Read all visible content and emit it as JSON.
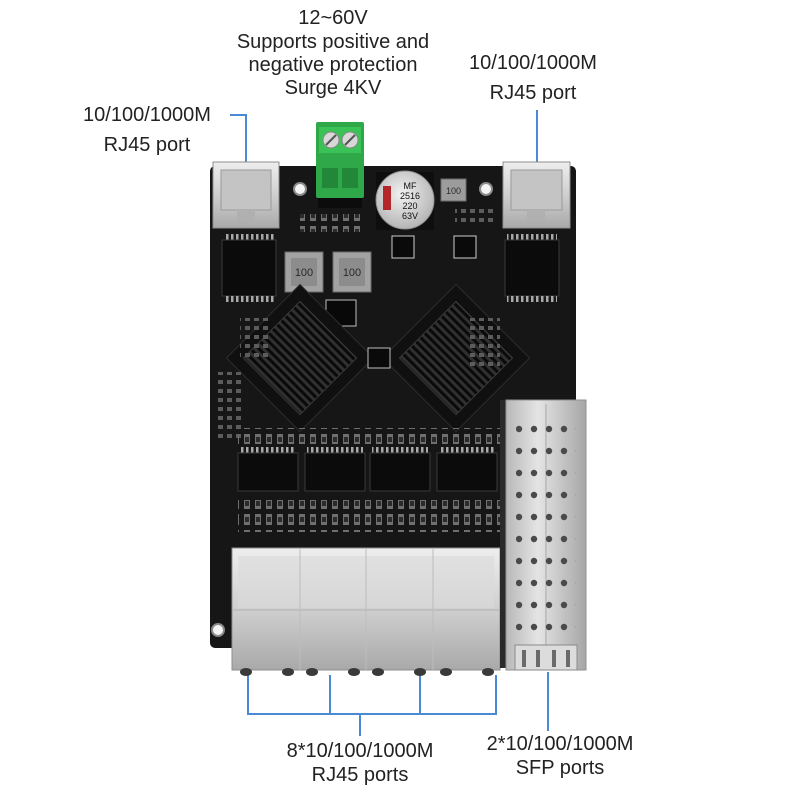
{
  "labels": {
    "power": {
      "lines": [
        "12~60V",
        "Supports positive and",
        "negative protection",
        "Surge 4KV"
      ]
    },
    "left_rj45": {
      "line1": "10/100/1000M",
      "line2": "RJ45 port"
    },
    "right_rj45": {
      "line1": "10/100/1000M",
      "line2": "RJ45 port"
    },
    "bottom_rj45": {
      "line1": "8*10/100/1000M",
      "line2": "RJ45 ports"
    },
    "sfp": {
      "line1": "2*10/100/1000M",
      "line2": "SFP ports"
    }
  },
  "markings": {
    "capacitor": [
      "MF",
      "2516",
      "220",
      "63V"
    ],
    "inductor_small": "100",
    "inductor_left": "100",
    "inductor_right": "100"
  },
  "colors": {
    "callout": "#4a8ad4",
    "board": "#161616",
    "terminal": "#2fa84a",
    "text": "#222222"
  }
}
